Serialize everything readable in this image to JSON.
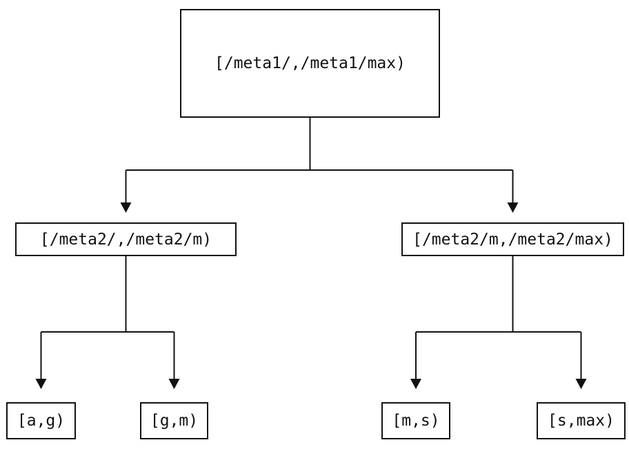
{
  "diagram": {
    "type": "binary-interval-partition-tree",
    "nodes": {
      "root": {
        "label": "[/meta1/,/meta1/max)"
      },
      "l2_left": {
        "label": "[/meta2/,/meta2/m)"
      },
      "l2_right": {
        "label": "[/meta2/m,/meta2/max)"
      },
      "leaf_ag": {
        "label": "[a,g)"
      },
      "leaf_gm": {
        "label": "[g,m)"
      },
      "leaf_ms": {
        "label": "[m,s)"
      },
      "leaf_smax": {
        "label": "[s,max)"
      }
    },
    "edges": [
      {
        "from": "root",
        "to": "l2_left"
      },
      {
        "from": "root",
        "to": "l2_right"
      },
      {
        "from": "l2_left",
        "to": "leaf_ag"
      },
      {
        "from": "l2_left",
        "to": "leaf_gm"
      },
      {
        "from": "l2_right",
        "to": "leaf_ms"
      },
      {
        "from": "l2_right",
        "to": "leaf_smax"
      }
    ],
    "colors": {
      "line": "#111111",
      "background": "#ffffff",
      "node_fill": "#ffffff"
    }
  }
}
